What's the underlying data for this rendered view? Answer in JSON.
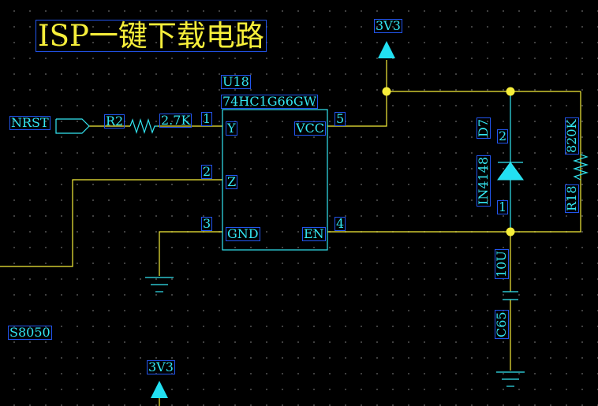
{
  "title": "ISP一键下载电路",
  "power_labels": {
    "top": "3V3",
    "bottom": "3V3"
  },
  "net_labels": {
    "nrst": "NRST",
    "s8050": "S8050"
  },
  "resistor_r2": {
    "ref": "R2",
    "value": "2.7K"
  },
  "ic": {
    "ref": "U18",
    "part": "74HC1G66GW",
    "pins": {
      "y": {
        "num": "1",
        "name": "Y"
      },
      "z": {
        "num": "2",
        "name": "Z"
      },
      "gnd": {
        "num": "3",
        "name": "GND"
      },
      "en": {
        "num": "4",
        "name": "EN"
      },
      "vcc": {
        "num": "5",
        "name": "VCC"
      }
    }
  },
  "diode": {
    "ref": "D7",
    "part": "IN4148",
    "pin_top": "2",
    "pin_bottom": "1"
  },
  "resistor_r18": {
    "ref": "R18",
    "value": "820K"
  },
  "capacitor": {
    "ref": "C65",
    "value": "10U"
  },
  "colors": {
    "wire": "#f6ee3a",
    "component": "#33e6f2",
    "power_symbol": "#22e0f2",
    "junction": "#f6ee3a",
    "label_border": "#2255ee",
    "background": "#000000"
  }
}
